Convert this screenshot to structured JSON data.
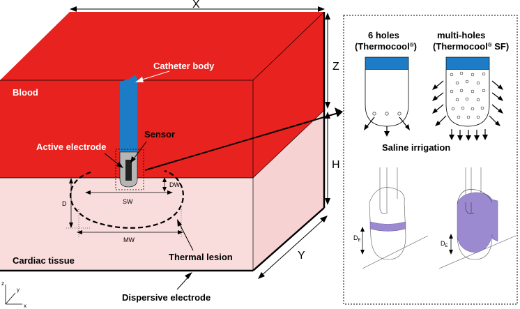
{
  "dimensions": {
    "x": "X",
    "y": "Y",
    "z": "Z",
    "h": "H"
  },
  "regions": {
    "blood": "Blood",
    "tissue": "Cardiac tissue"
  },
  "labels": {
    "catheter_body": "Catheter body",
    "sensor": "Sensor",
    "active_electrode": "Active electrode",
    "thermal_lesion": "Thermal lesion",
    "dispersive_electrode": "Dispersive electrode",
    "saline_irrigation": "Saline irrigation"
  },
  "lesion_dims": {
    "d": "D",
    "dw": "DW",
    "sw": "SW",
    "mw": "MW"
  },
  "catheters": {
    "six_holes_line1": "6 holes",
    "six_holes_line2": "(Thermocool",
    "multi_line1": "multi-holes",
    "multi_line2": "(Thermocool",
    "multi_line2_suffix": " SF)",
    "registered": "®",
    "six_close": ")"
  },
  "electrode_depth": {
    "label": "D",
    "subscript": "E"
  },
  "axes": {
    "z": "z",
    "y": "y",
    "x": "x"
  },
  "colors": {
    "blood": "#e8221e",
    "tissue": "#f9dcdc",
    "tissue_side": "#f7d2d2",
    "catheter": "#1c7dc6",
    "electrode": "#b5b5b5",
    "irrigation_band": "#9b8ad0"
  }
}
